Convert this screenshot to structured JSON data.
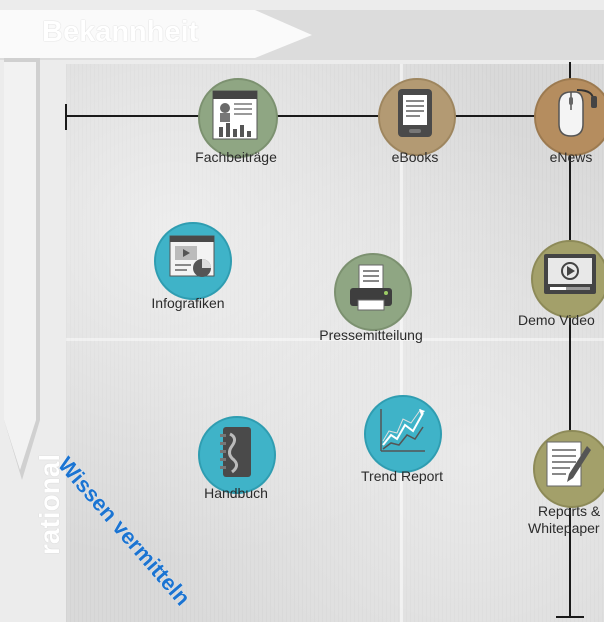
{
  "axes": {
    "top_label": "Bekannheit",
    "left_label": "rational"
  },
  "quadrant_label": "Wissen vermitteln",
  "nodes": {
    "fachbeitraege": "Fachbeiträge",
    "ebooks": "eBooks",
    "enews": "eNews",
    "infografiken": "Infografiken",
    "pressemitteilung": "Pressemitteilung",
    "demo_video": "Demo Video",
    "handbuch": "Handbuch",
    "trend_report": "Trend Report",
    "reports_line1": "Reports &",
    "reports_line2": "Whitepaper"
  },
  "colors": {
    "green_circle": "#8fa683",
    "tan_circle": "#b39a73",
    "teal_circle": "#3fb3c8",
    "olive_circle": "#a3a06a",
    "diagonal_text": "#1b74d2"
  }
}
